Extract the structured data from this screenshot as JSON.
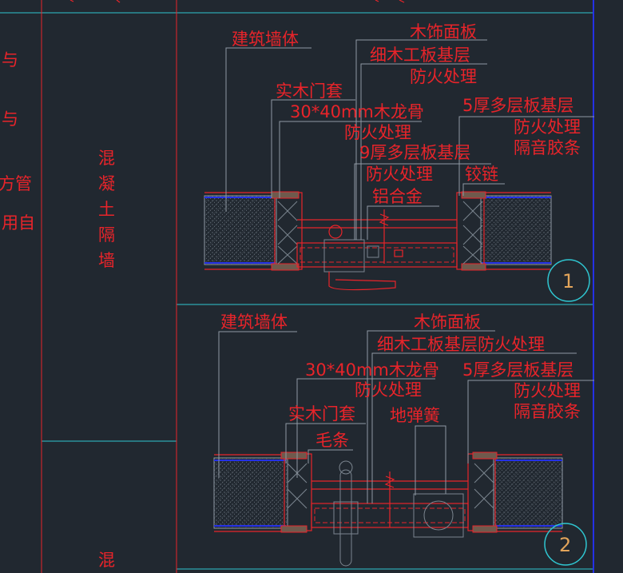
{
  "side_text": [
    "与",
    "与",
    "方管",
    "用自"
  ],
  "col_text": {
    "wall_1": [
      "混",
      "凝",
      "土",
      "隔",
      "墙"
    ],
    "wall_2": [
      "混"
    ]
  },
  "detail_1": {
    "labels": {
      "building_wall": "建筑墙体",
      "wood_panel": "木饰面板",
      "blockboard_base": "细木工板基层",
      "fireproof_a": "防火处理",
      "solid_wood_casing": "实木门套",
      "wood_keel": "30*40mm木龙骨",
      "fireproof_b": "防火处理",
      "plywood_9": "9厚多层板基层",
      "fireproof_c": "防火处理",
      "aluminum": "铝合金",
      "plywood_5": "5厚多层板基层",
      "fireproof_d": "防火处理",
      "sound_strip": "隔音胶条",
      "hinge": "铰链"
    },
    "marker": "1"
  },
  "detail_2": {
    "labels": {
      "building_wall": "建筑墙体",
      "wood_panel": "木饰面板",
      "blockboard_fire": "细木工板基层防火处理",
      "wood_keel": "30*40mm木龙骨",
      "fireproof_a": "防火处理",
      "solid_wood_casing": "实木门套",
      "floor_spring": "地弹簧",
      "felt_strip": "毛条",
      "plywood_5": "5厚多层板基层",
      "fireproof_b": "防火处理",
      "sound_strip": "隔音胶条"
    },
    "marker": "2"
  },
  "colors": {
    "background": "#212830",
    "label": "#e8242a",
    "grid_line": "#2fc6d1",
    "leader": "#8f99a3",
    "marker_text": "#e2a45a",
    "blue_edge": "#2531e6"
  }
}
